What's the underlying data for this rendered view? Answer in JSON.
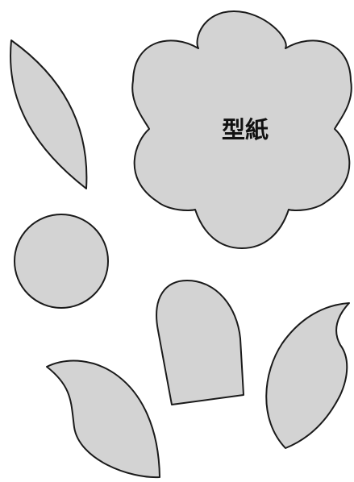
{
  "title": "型紙",
  "colors": {
    "background": "#ffffff",
    "piece_fill": "#d3d3d3",
    "outline": "#1a1a1a",
    "text": "#111111"
  },
  "pieces": [
    "flower",
    "leaf",
    "circle",
    "petal",
    "leaf",
    "leaf"
  ]
}
